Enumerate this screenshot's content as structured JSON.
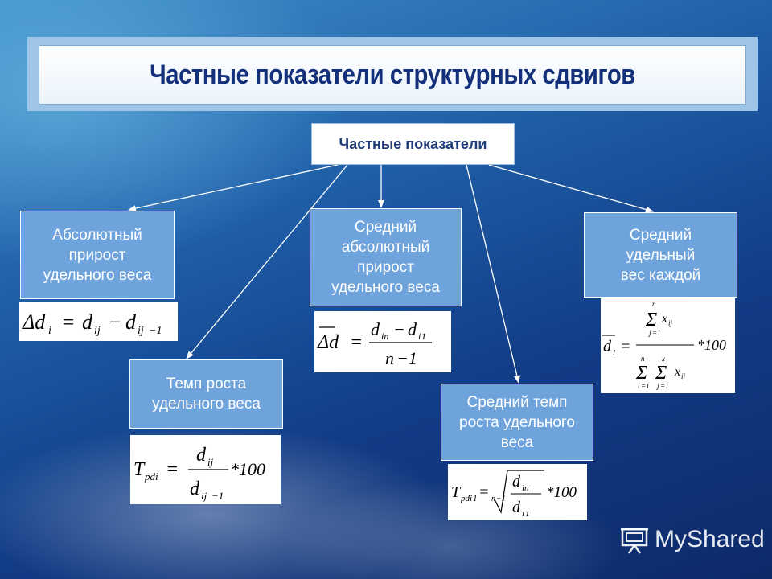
{
  "title": "Частные показатели структурных сдвигов",
  "root": "Частные показатели",
  "boxes": {
    "abs": "Абсолютный\nприрост\nудельного веса",
    "temp": "Темп роста\nудельного веса",
    "avg_abs": "Средний\nабсолютный\nприрост\nудельного веса",
    "avg_temp": "Средний темп\nроста удельного\nвеса",
    "avg_share": "Средний\nудельный\nвес каждой"
  },
  "logo": "MyShared",
  "colors": {
    "box_fill": "#6ea3dc",
    "title_text": "#14307a",
    "bg_dark": "#0d2a6a",
    "bg_light": "#3f8fc8"
  }
}
